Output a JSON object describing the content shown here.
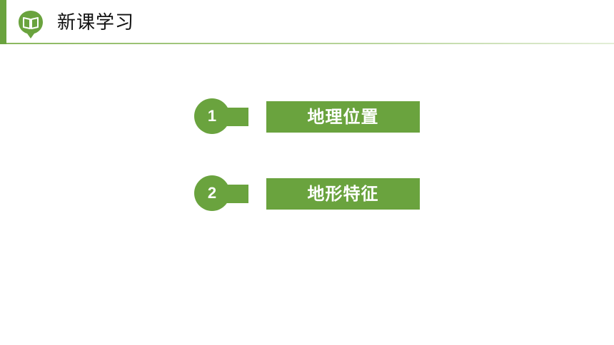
{
  "header": {
    "title": "新课学习",
    "icon": "book-bubble-icon"
  },
  "items": [
    {
      "number": "1",
      "label": "地理位置"
    },
    {
      "number": "2",
      "label": "地形特征"
    }
  ],
  "colors": {
    "accent": "#6aa33e",
    "text": "#111111",
    "label_text": "#ffffff"
  }
}
